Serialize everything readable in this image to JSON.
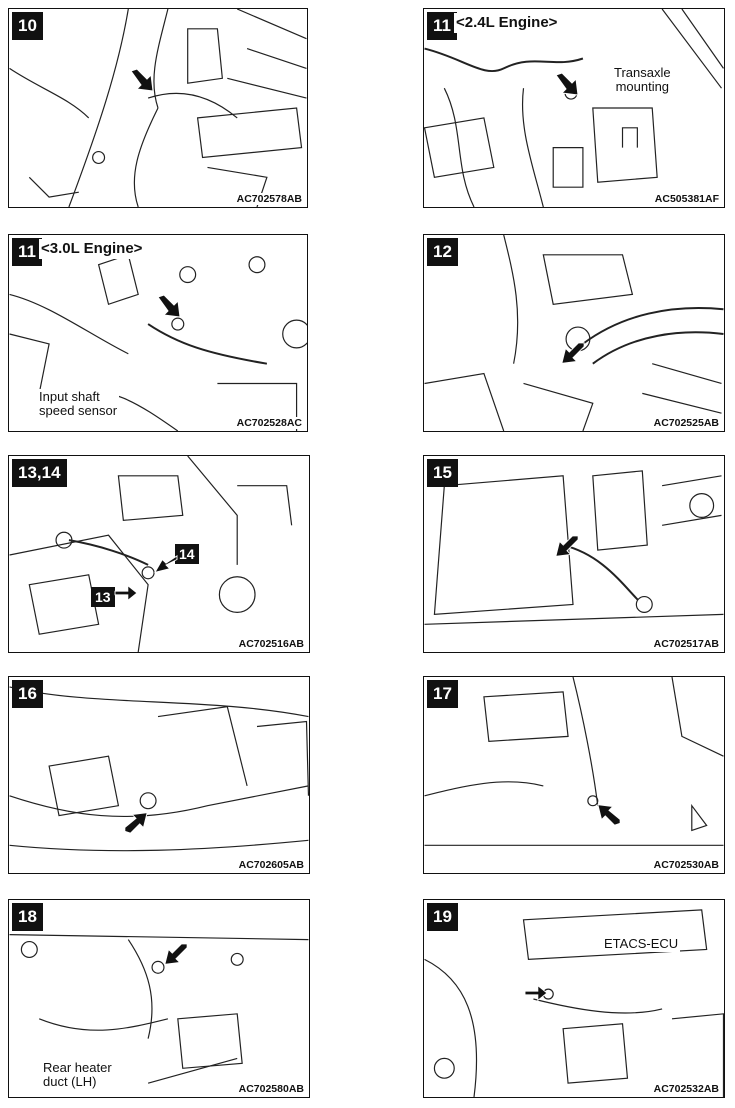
{
  "panels": [
    {
      "number": "10",
      "code": "AC702578AB"
    },
    {
      "number": "11",
      "subtitle": "<2.4L Engine>",
      "code": "AC505381AF",
      "label": "Transaxle\nmounting"
    },
    {
      "number": "11",
      "subtitle": "<3.0L Engine>",
      "code": "AC702528AC",
      "label": "Input shaft\nspeed sensor"
    },
    {
      "number": "12",
      "code": "AC702525AB"
    },
    {
      "number": "13,14",
      "code": "AC702516AB",
      "callouts": [
        "13",
        "14"
      ]
    },
    {
      "number": "15",
      "code": "AC702517AB"
    },
    {
      "number": "16",
      "code": "AC702605AB"
    },
    {
      "number": "17",
      "code": "AC702530AB"
    },
    {
      "number": "18",
      "code": "AC702580AB",
      "label": "Rear heater\nduct (LH)"
    },
    {
      "number": "19",
      "code": "AC702532AB",
      "label": "ETACS-ECU"
    }
  ]
}
